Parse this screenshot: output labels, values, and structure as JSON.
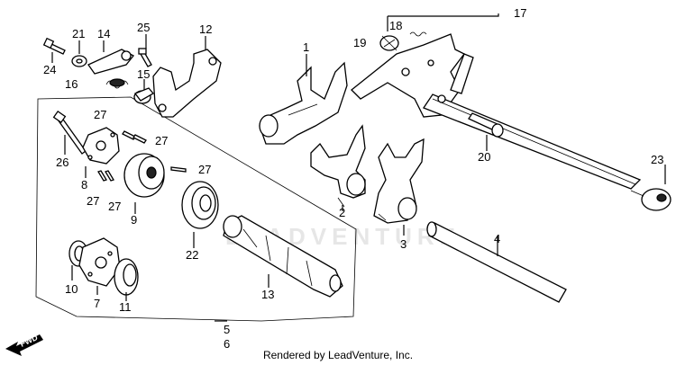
{
  "diagram": {
    "watermark": "LEADVENTURE",
    "fwd_label": "FWD",
    "footer": "Rendered by LeadVenture, Inc.",
    "parts": {
      "p1": "1",
      "p2": "2",
      "p3": "3",
      "p4": "4",
      "p5": "5",
      "p6": "6",
      "p7": "7",
      "p8": "8",
      "p9": "9",
      "p10": "10",
      "p11": "11",
      "p12": "12",
      "p13": "13",
      "p14": "14",
      "p15": "15",
      "p16": "16",
      "p17": "17",
      "p18": "18",
      "p19": "19",
      "p20": "20",
      "p21": "21",
      "p22": "22",
      "p23": "23",
      "p24": "24",
      "p25": "25",
      "p26": "26",
      "p27a": "27",
      "p27b": "27",
      "p27c": "27",
      "p27d": "27",
      "p27e": "27"
    }
  }
}
